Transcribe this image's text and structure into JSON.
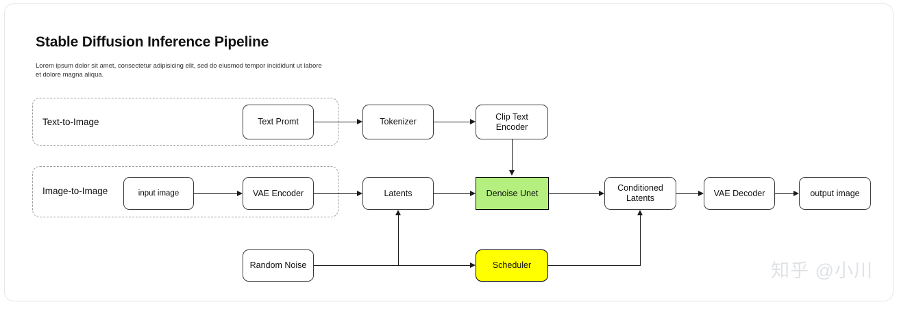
{
  "header": {
    "title": "Stable Diffusion Inference Pipeline",
    "subtitle": "Lorem ipsum dolor sit amet, consectetur adipisicing elit, sed do eiusmod tempor incididunt ut labore et dolore magna aliqua."
  },
  "groups": [
    {
      "label": "Text-to-Image"
    },
    {
      "label": "Image-to-Image"
    }
  ],
  "nodes": {
    "text_prompt": "Text Promt",
    "tokenizer": "Tokenizer",
    "clip_text_encoder": "Clip Text\nEncoder",
    "clip_text_encoder_line1": "Clip Text",
    "clip_text_encoder_line2": "Encoder",
    "input_image": "input image",
    "vae_encoder": "VAE Encoder",
    "latents": "Latents",
    "denoise_unet": "Denoise Unet",
    "conditioned_latents_line1": "Conditioned",
    "conditioned_latents_line2": "Latents",
    "vae_decoder": "VAE Decoder",
    "output_image": "output image",
    "random_noise": "Random Noise",
    "scheduler": "Scheduler"
  },
  "colors": {
    "denoise_unet_fill": "#b4ef7f",
    "scheduler_fill": "#ffff00",
    "node_border": "#3b3b3b",
    "group_border": "#9b9b9b",
    "card_border": "#e4e6e8",
    "watermark": "#dfe2e5"
  },
  "watermark": {
    "text": "知乎 @小川"
  }
}
